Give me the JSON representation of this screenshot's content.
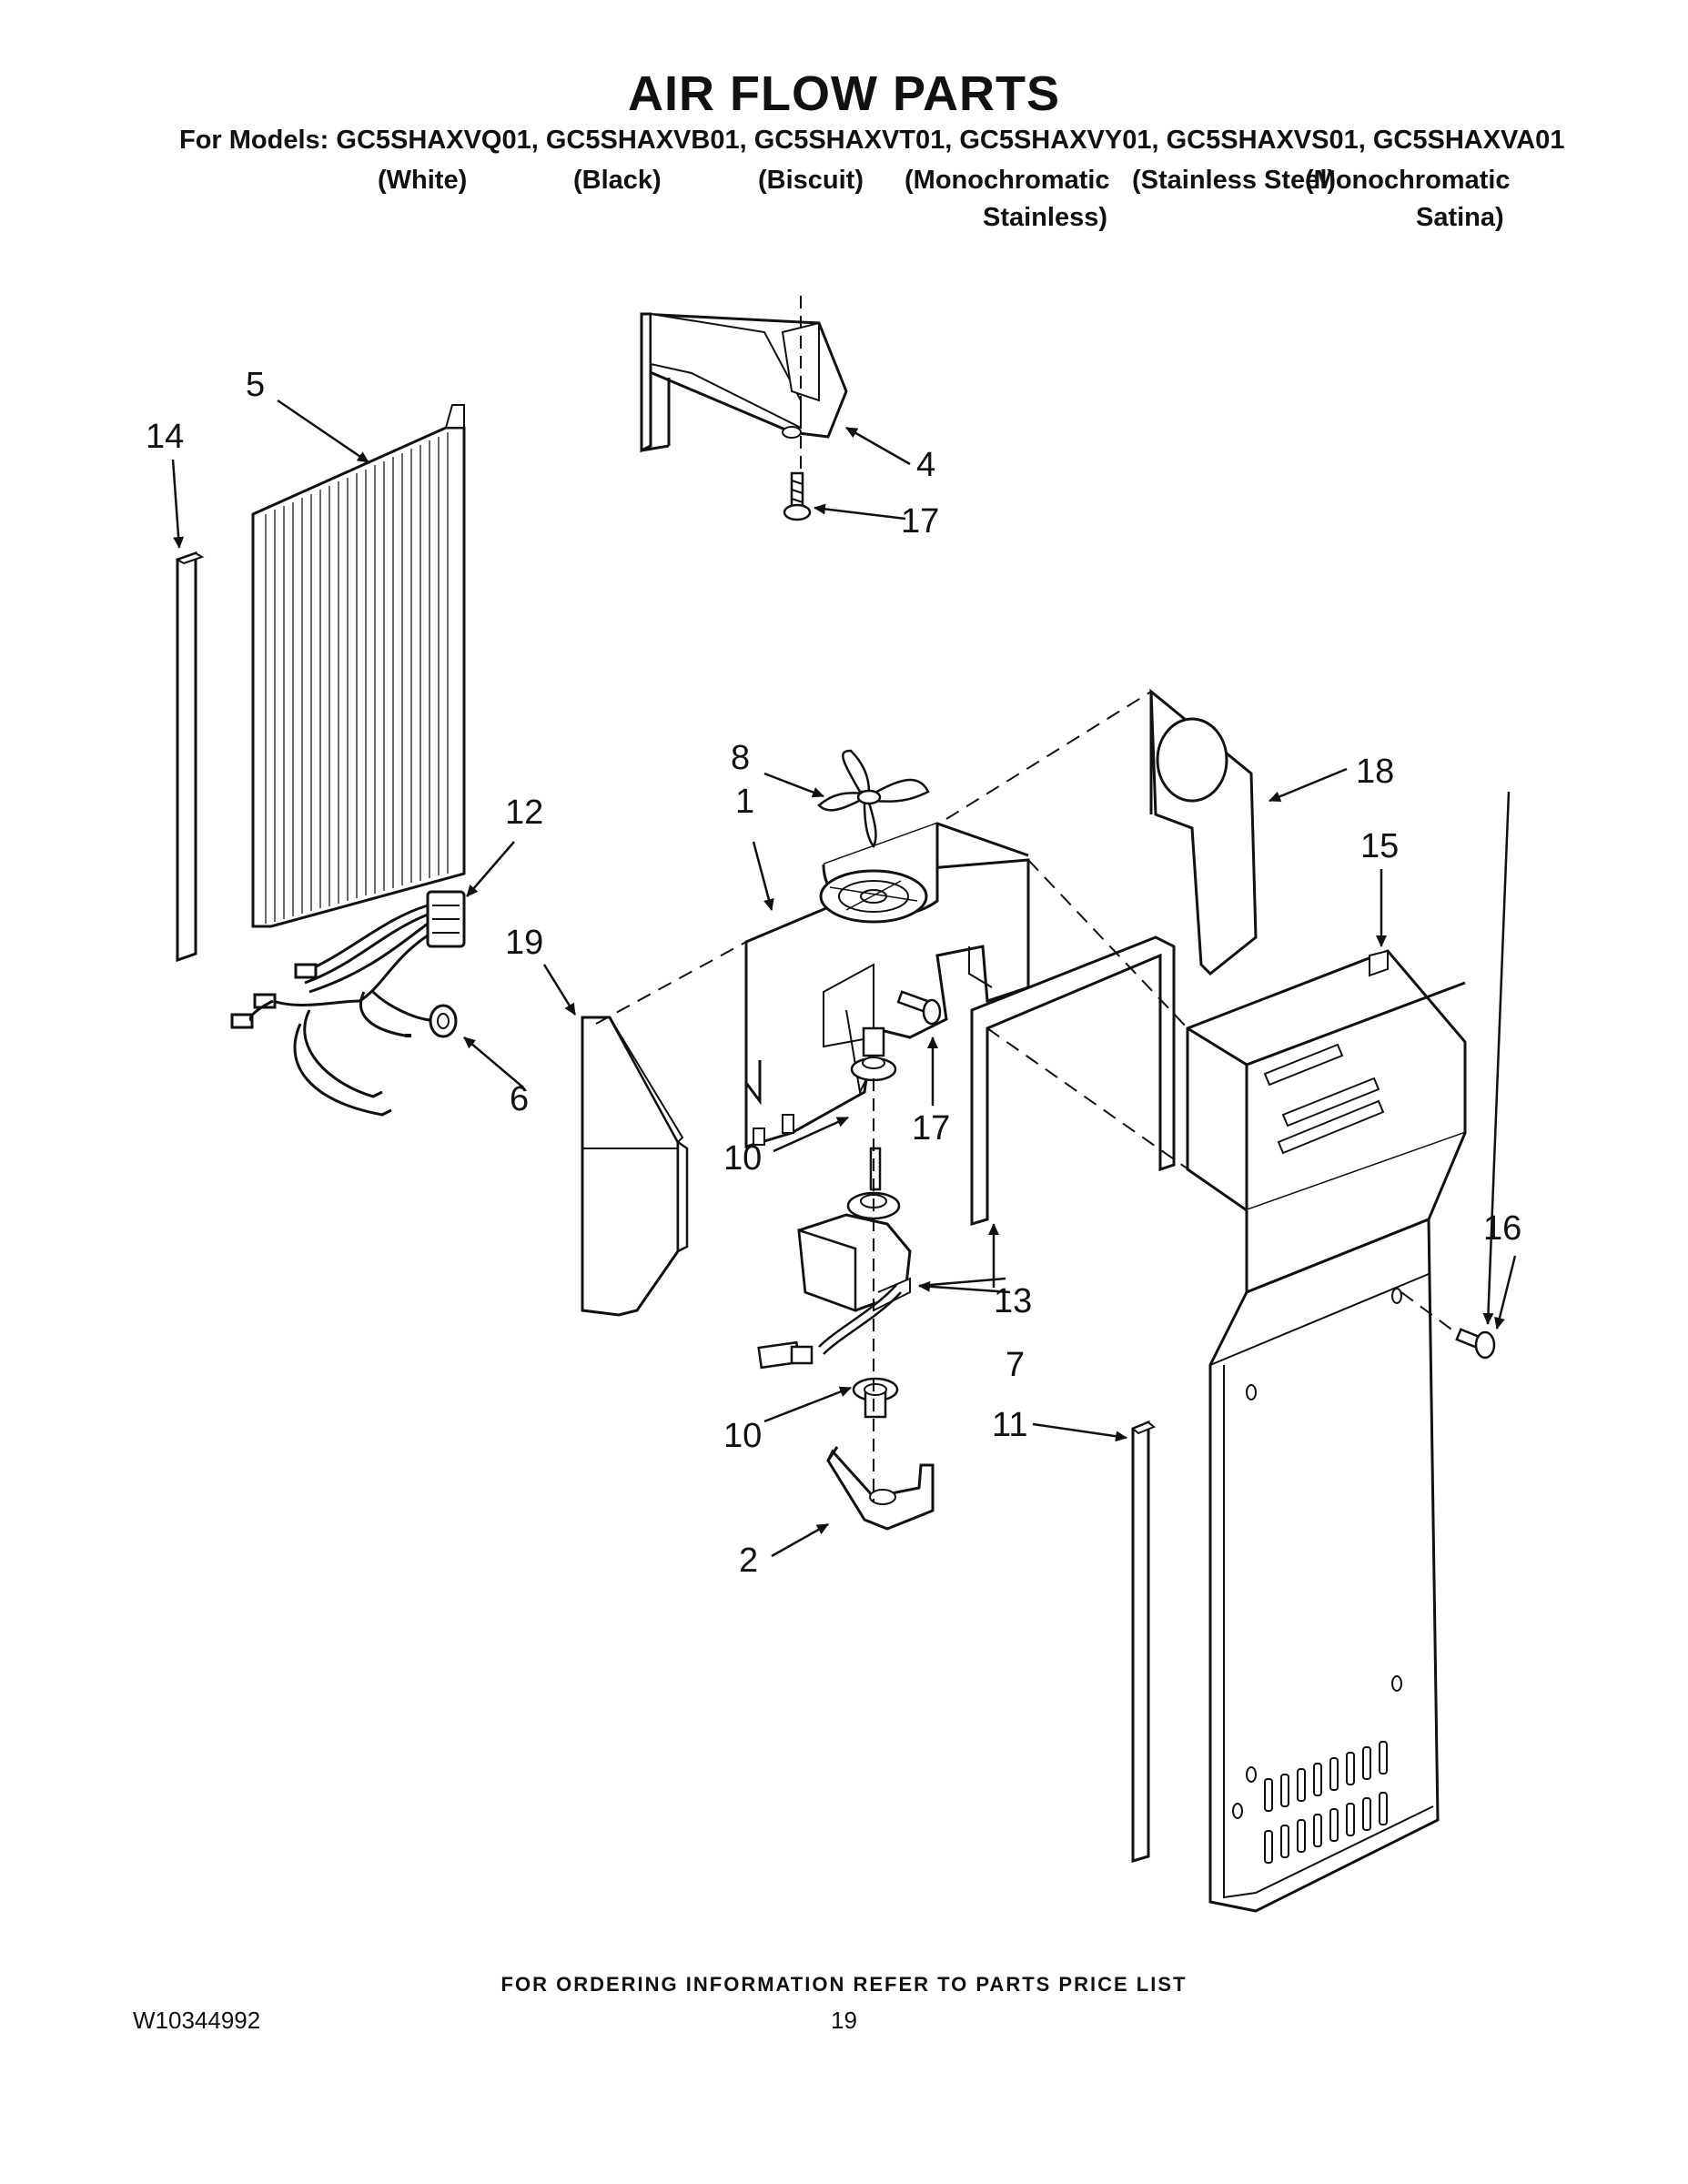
{
  "header": {
    "title": "AIR FLOW PARTS",
    "models_line": "For Models: GC5SHAXVQ01, GC5SHAXVB01, GC5SHAXVT01, GC5SHAXVY01, GC5SHAXVS01, GC5SHAXVA01",
    "colors": {
      "white": "(White)",
      "black": "(Black)",
      "biscuit": "(Biscuit)",
      "mono_stainless_1": "(Monochromatic",
      "mono_stainless_2": "Stainless)",
      "stainless_steel": "(Stainless Steel)",
      "mono_satina_1": "(Monochromatic",
      "mono_satina_2": "Satina)"
    }
  },
  "callouts": {
    "c1": "1",
    "c2": "2",
    "c4": "4",
    "c5": "5",
    "c6": "6",
    "c7": "7",
    "c8": "8",
    "c10a": "10",
    "c10b": "10",
    "c11": "11",
    "c12": "12",
    "c13": "13",
    "c14": "14",
    "c15": "15",
    "c16": "16",
    "c17a": "17",
    "c17b": "17",
    "c18": "18",
    "c19": "19"
  },
  "footer": {
    "ordering": "FOR ORDERING INFORMATION REFER TO PARTS PRICE LIST",
    "doc_number": "W10344992",
    "page_number": "19"
  }
}
